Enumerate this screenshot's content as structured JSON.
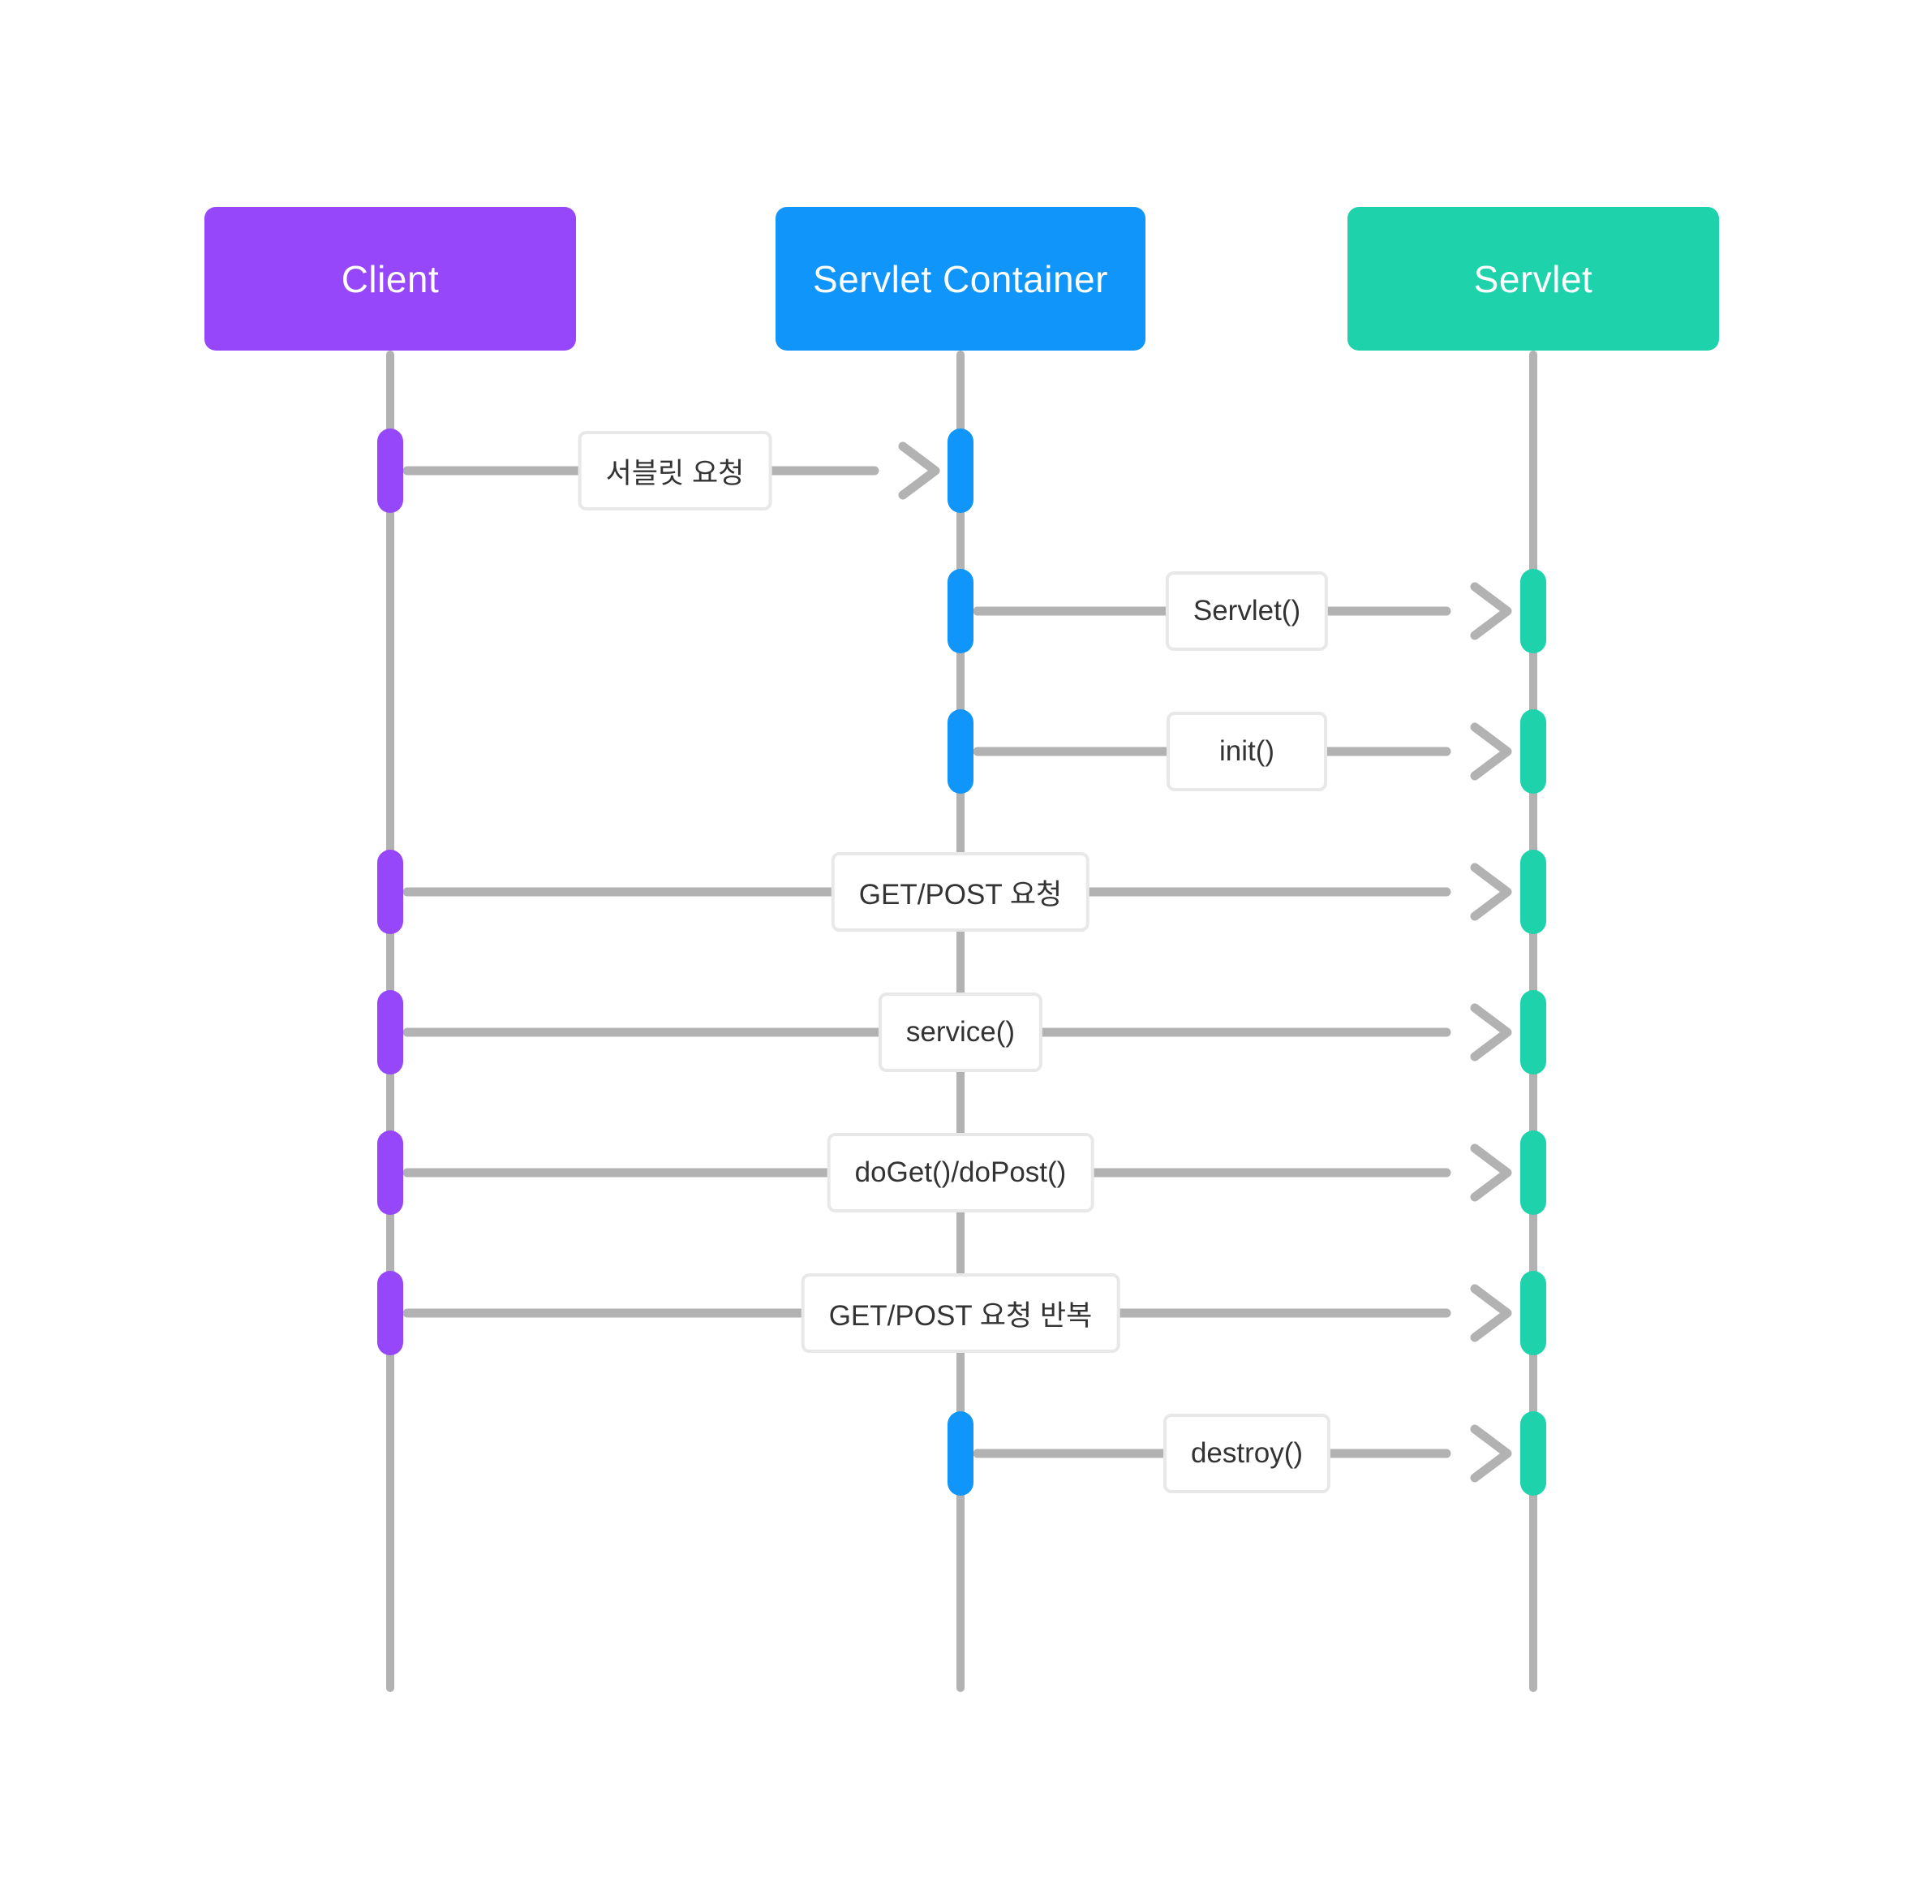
{
  "diagram": {
    "type": "sequence-diagram",
    "actors": [
      {
        "name": "Client",
        "color": "#9747fa"
      },
      {
        "name": "Servlet Container",
        "color": "#1095fb"
      },
      {
        "name": "Servlet",
        "color": "#1ed3ac"
      }
    ],
    "messages": [
      {
        "label": "서블릿 요청",
        "from": "Client",
        "to": "Servlet Container"
      },
      {
        "label": "Servlet()",
        "from": "Servlet Container",
        "to": "Servlet"
      },
      {
        "label": "init()",
        "from": "Servlet Container",
        "to": "Servlet"
      },
      {
        "label": "GET/POST 요청",
        "from": "Client",
        "to": "Servlet"
      },
      {
        "label": "service()",
        "from": "Client",
        "to": "Servlet"
      },
      {
        "label": "doGet()/doPost()",
        "from": "Client",
        "to": "Servlet"
      },
      {
        "label": "GET/POST 요청 반복",
        "from": "Client",
        "to": "Servlet"
      },
      {
        "label": "destroy()",
        "from": "Servlet Container",
        "to": "Servlet"
      }
    ],
    "colors": {
      "client_accent": "#9747fa",
      "container_accent": "#1095fb",
      "servlet_accent": "#1ed3ac",
      "line_gray": "#b2b2b2",
      "label_border": "#e8e8e8",
      "label_text": "#333333",
      "header_text": "#ffffff",
      "background": "#ffffff"
    }
  }
}
